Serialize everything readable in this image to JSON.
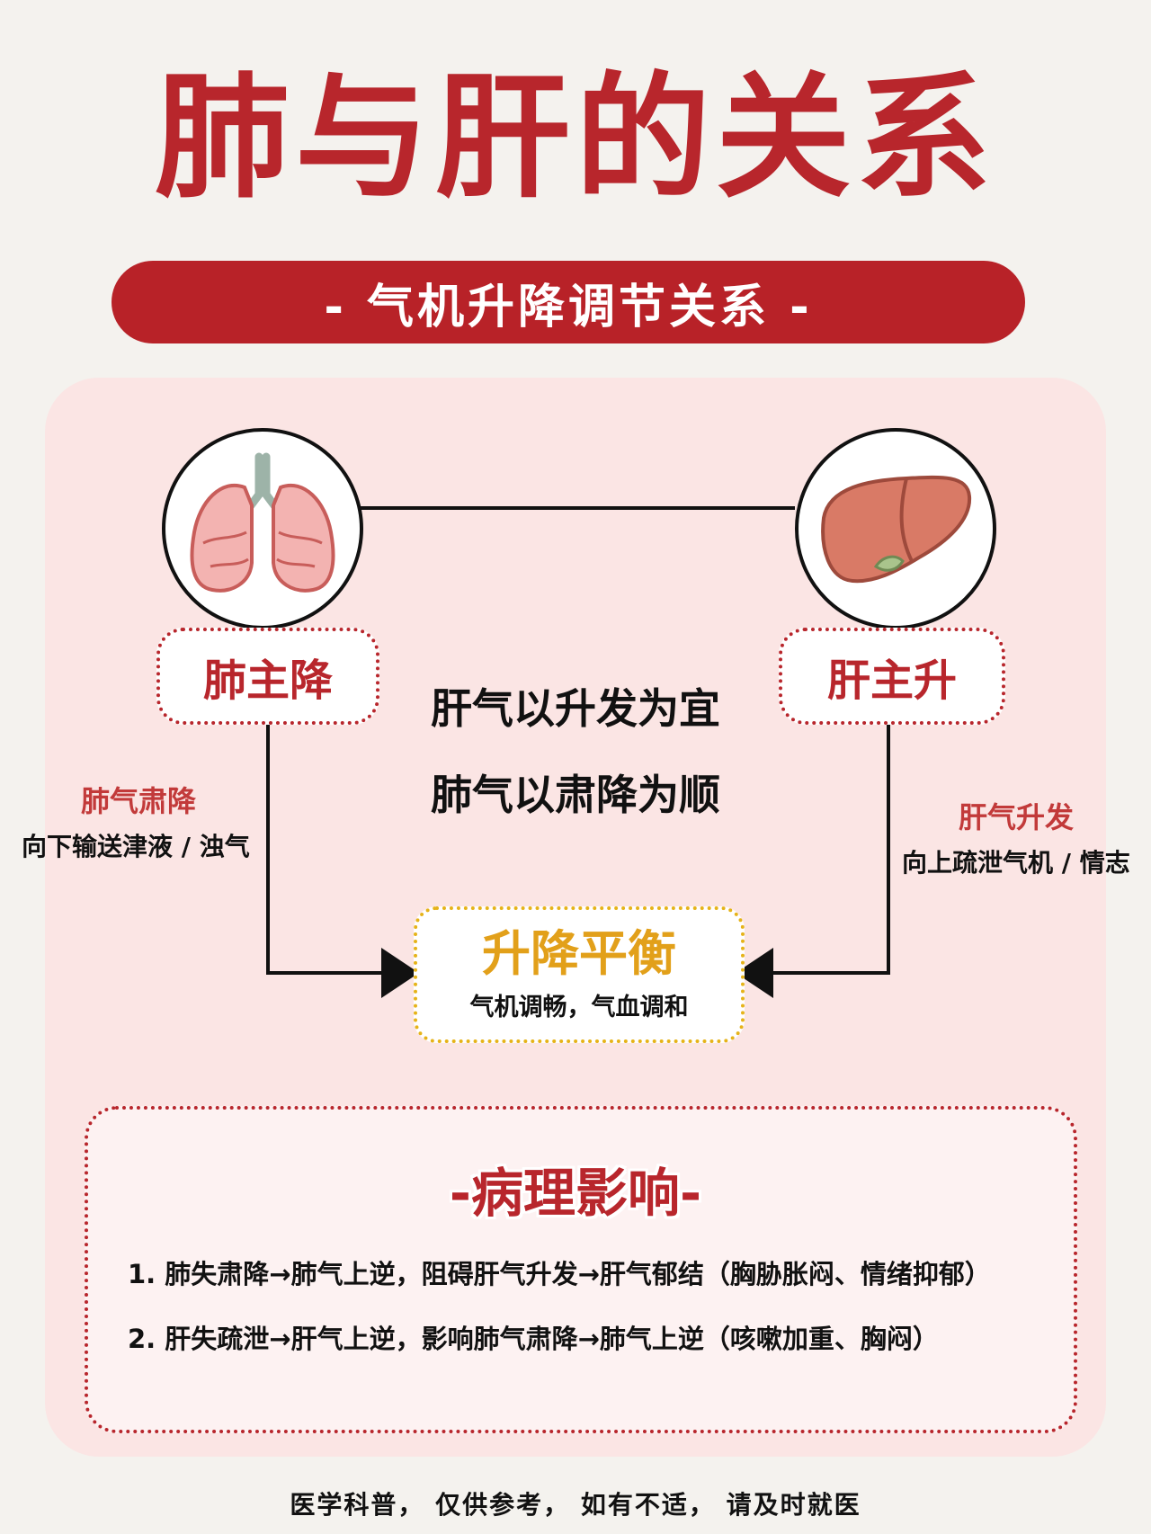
{
  "title": "肺与肝的关系",
  "subtitle": "- 气机升降调节关系 -",
  "lung": {
    "icon": "lungs-icon",
    "label": "肺主降",
    "side_title": "肺气肃降",
    "side_desc": "向下输送津液 / 浊气"
  },
  "liver": {
    "icon": "liver-icon",
    "label": "肝主升",
    "side_title": "肝气升发",
    "side_desc": "向上疏泄气机 / 情志"
  },
  "center": {
    "line1": "肝气以升发为宜",
    "line2": "肺气以肃降为顺"
  },
  "balance": {
    "title": "升降平衡",
    "desc": "气机调畅，气血调和"
  },
  "pathology": {
    "heading": "-病理影响-",
    "items": [
      "1. 肺失肃降→肺气上逆，阻碍肝气升发→肝气郁结（胸胁胀闷、情绪抑郁）",
      "2. 肝失疏泄→肝气上逆，影响肺气肃降→肺气上逆（咳嗽加重、胸闷）"
    ]
  },
  "footer": "医学科普， 仅供参考， 如有不适， 请及时就医",
  "colors": {
    "primary_red": "#b8262c",
    "balance_gold": "#e2a01a",
    "panel_pink": "#fbe5e4",
    "background": "#f4f2ee"
  }
}
